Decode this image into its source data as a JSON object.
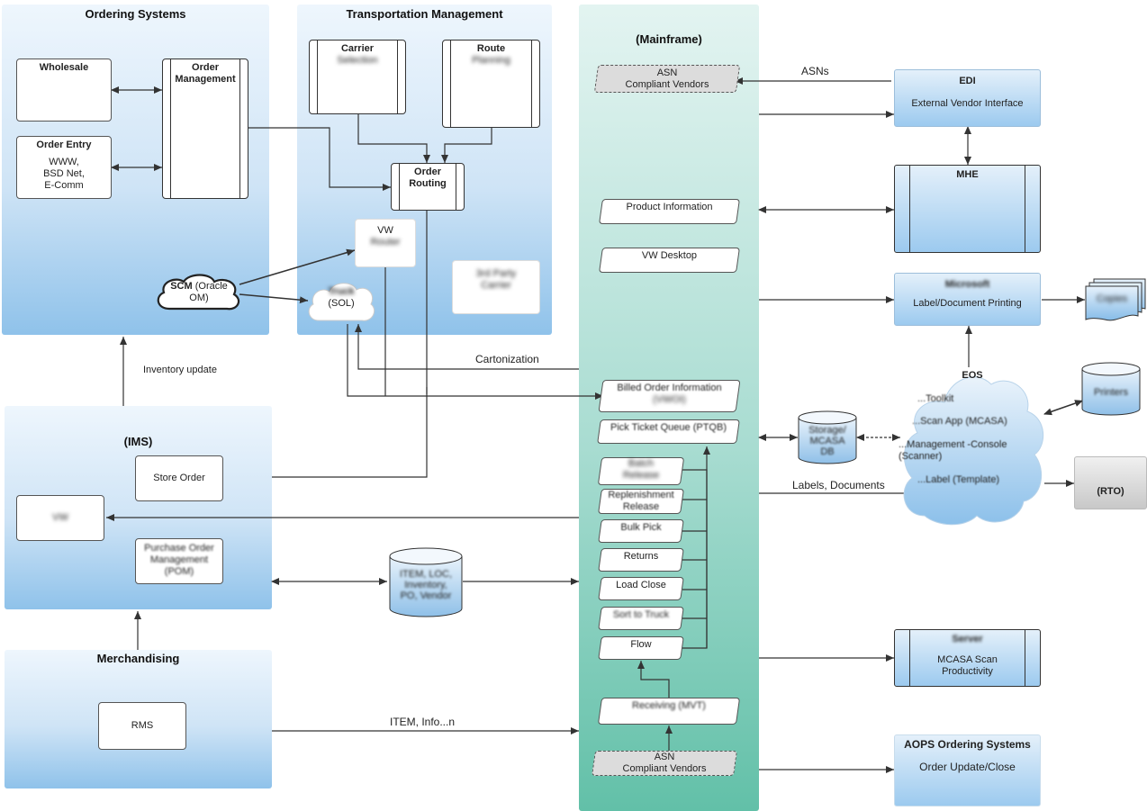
{
  "regions": {
    "ordering_systems": "Ordering Systems",
    "transportation_management": "Transportation Management",
    "mainframe": "(Mainframe)",
    "ims": "(IMS)",
    "merchandising": "Merchandising"
  },
  "ordering": {
    "wholesale": "Wholesale",
    "order_management": "Order Management",
    "order_entry_title": "Order Entry",
    "order_entry_lines": [
      "WWW,",
      "BSD Net,",
      "E-Comm"
    ],
    "scm_bold": "SCM",
    "scm_rest": "(Oracle OM)"
  },
  "transport": {
    "carrier_title": "Carrier",
    "carrier_sub": "Selection",
    "route_title": "Route",
    "route_sub": "Planning",
    "order_routing": "Order Routing",
    "vw_title": "VW",
    "vw_sub": "Router",
    "truck_title": "Truck",
    "truck_sub": "(SOL)",
    "third_party": "3rd Party Carrier"
  },
  "mainframe": {
    "asn_top": [
      "ASN",
      "Compliant Vendors"
    ],
    "product_information": "Product Information",
    "vw_desktop": "VW Desktop",
    "billed_order": [
      "Billed Order Information",
      "(VWOI)"
    ],
    "ptqb": "Pick Ticket Queue (PTQB)",
    "batch_release": [
      "Batch",
      "Release"
    ],
    "replenishment_release": [
      "Replenishment",
      "Release"
    ],
    "bulk_pick": "Bulk Pick",
    "returns": "Returns",
    "load_close": "Load Close",
    "sort_trucks": "Sort to Truck",
    "flow": "Flow",
    "receiving": "Receiving (MVT)",
    "asn_bottom": [
      "ASN",
      "Compliant Vendors"
    ]
  },
  "ims": {
    "store_order": "Store Order",
    "vw": "VW",
    "purchase_order": [
      "Purchase Order",
      "Management",
      "(POM)"
    ],
    "item_db": [
      "ITEM, LOC,",
      "Inventory,",
      "PO, Vendor"
    ]
  },
  "merch": {
    "rms": "RMS"
  },
  "right": {
    "edi_title": "EDI",
    "edi_sub": "External Vendor Interface",
    "mhe": "MHE",
    "microsoft_title": "Microsoft",
    "microsoft_sub": "Label/Document Printing",
    "copies": "Copies",
    "eos_title": "EOS",
    "eos_items": [
      "...Toolkit",
      "...Scan App (MCASA)",
      "...Management -Console (Scanner)",
      "...Label (Template)"
    ],
    "storage": [
      "Storage/",
      "MCASA",
      "DB"
    ],
    "printers": "Printers",
    "rto": "(RTO)",
    "mcasa_title": "Server",
    "mcasa_sub": "MCASA Scan Productivity",
    "aops_title": "AOPS Ordering Systems",
    "aops_sub": "Order Update/Close"
  },
  "edge_labels": {
    "asns": "ASNs",
    "inventory_update": "Inventory update",
    "cartonization": "Cartonization",
    "labels_documents": "Labels, Documents",
    "item_info": "ITEM, Info...n"
  }
}
